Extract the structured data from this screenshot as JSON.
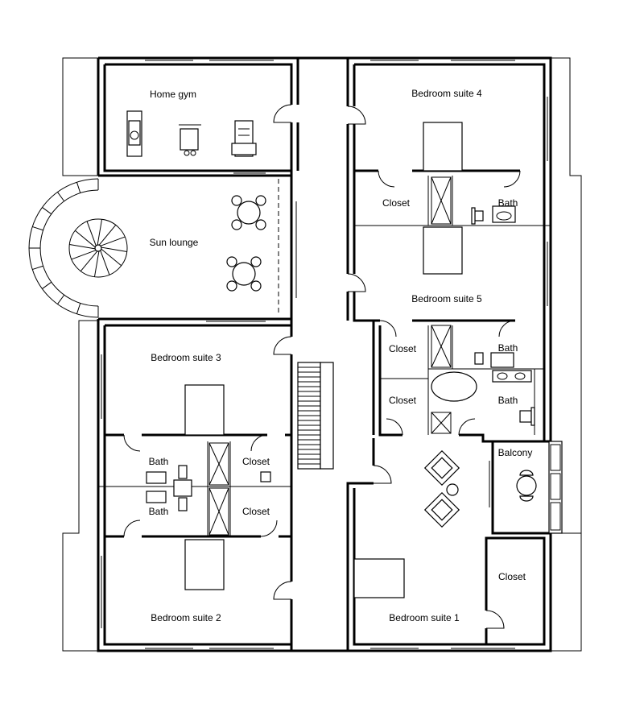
{
  "rooms": {
    "home_gym": "Home gym",
    "bedroom_suite_4": "Bedroom suite 4",
    "closet_s4": "Closet",
    "bath_s4": "Bath",
    "sun_lounge": "Sun lounge",
    "bedroom_suite_5": "Bedroom suite 5",
    "closet_s5_upper": "Closet",
    "bath_s5_upper": "Bath",
    "closet_s5_lower": "Closet",
    "bath_s5_lower": "Bath",
    "bedroom_suite_3": "Bedroom suite 3",
    "bath_s3": "Bath",
    "closet_s3": "Closet",
    "bath_s2": "Bath",
    "closet_s2": "Closet",
    "balcony": "Balcony",
    "closet_s1": "Closet",
    "bedroom_suite_2": "Bedroom suite 2",
    "bedroom_suite_1": "Bedroom suite 1"
  }
}
